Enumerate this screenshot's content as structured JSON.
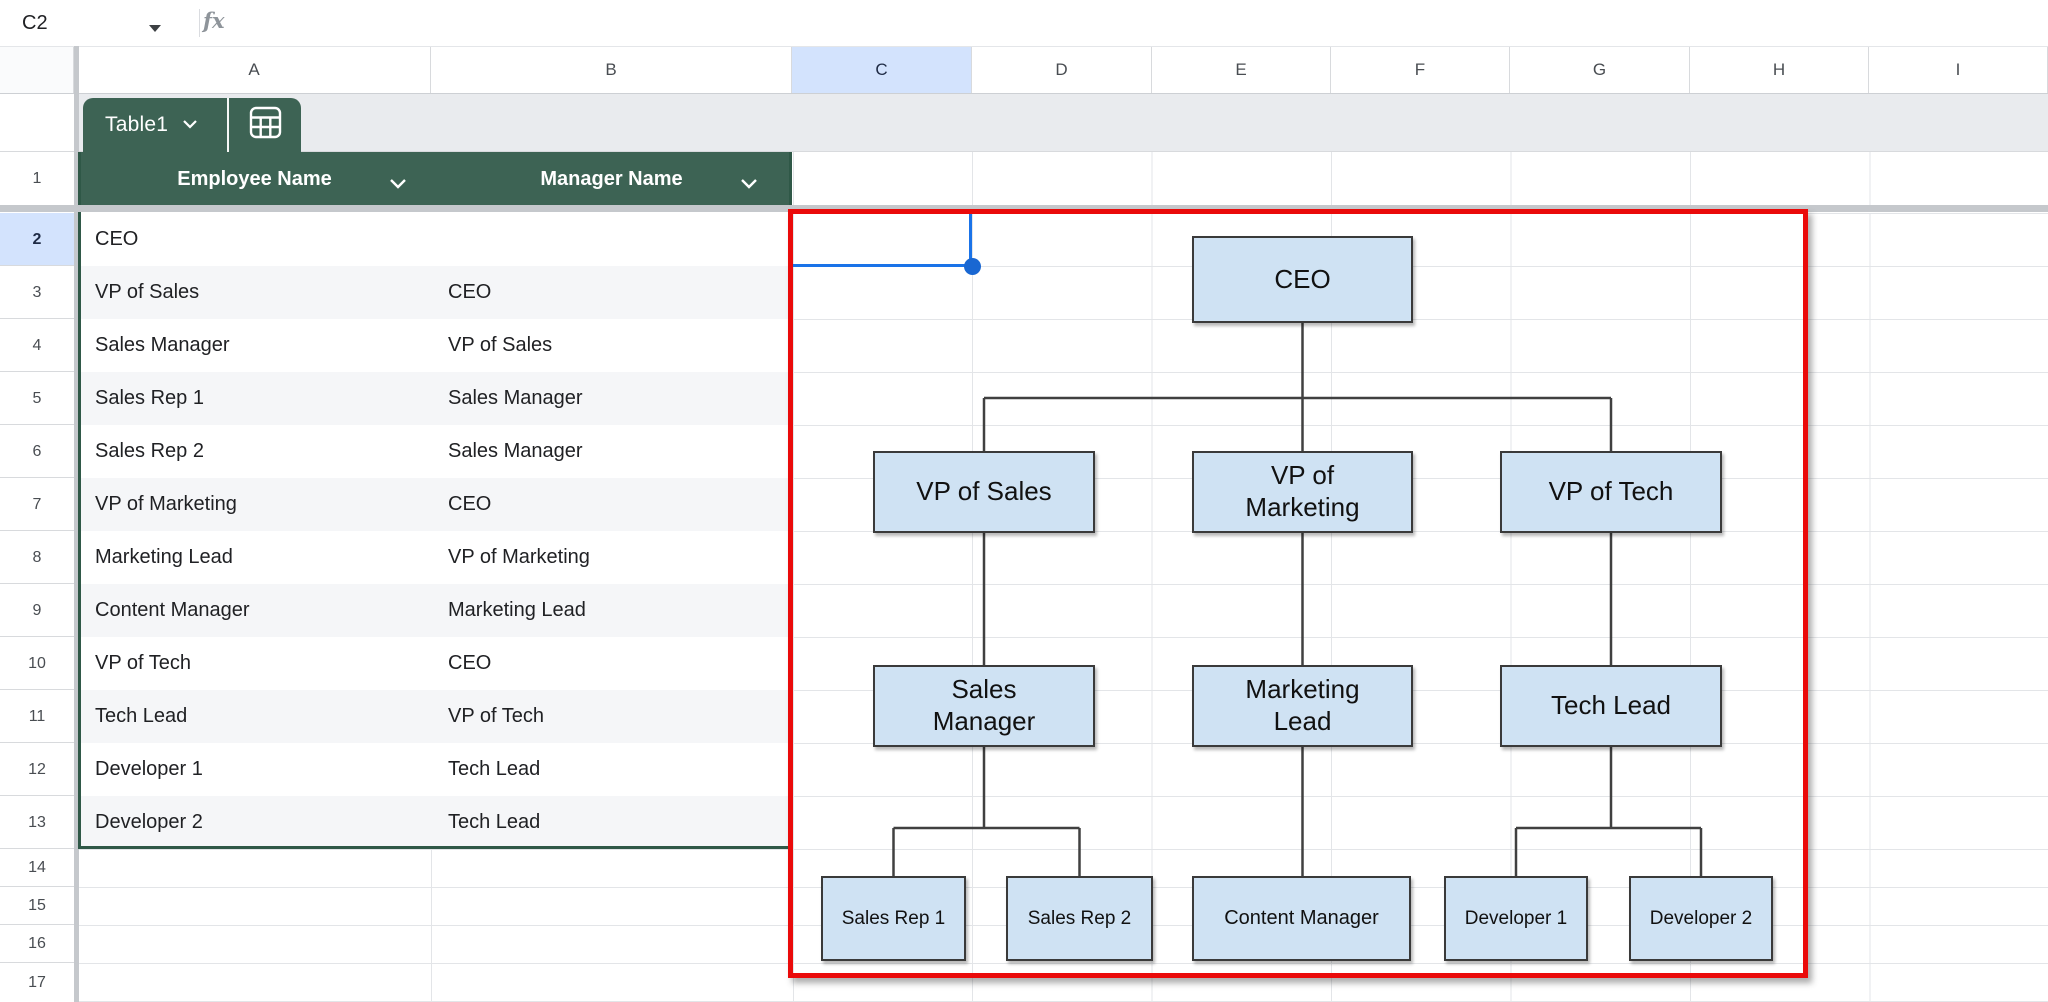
{
  "name_box": {
    "value": "C2"
  },
  "formula_bar": {
    "fx_label": "fx"
  },
  "grid": {
    "column_letters": [
      "A",
      "B",
      "C",
      "D",
      "E",
      "F",
      "G",
      "H",
      "I"
    ],
    "row_numbers": [
      "1",
      "2",
      "3",
      "4",
      "5",
      "6",
      "7",
      "8",
      "9",
      "10",
      "11",
      "12",
      "13",
      "14",
      "15",
      "16",
      "17"
    ],
    "selected_column": "C",
    "selected_row": "2",
    "selected_cell": "C2"
  },
  "table": {
    "chip_label": "Table1",
    "header": {
      "col1": "Employee Name",
      "col2": "Manager Name"
    },
    "rows": [
      {
        "name": "CEO",
        "manager": ""
      },
      {
        "name": "VP of Sales",
        "manager": "CEO"
      },
      {
        "name": "Sales Manager",
        "manager": "VP of Sales"
      },
      {
        "name": "Sales Rep 1",
        "manager": "Sales Manager"
      },
      {
        "name": "Sales Rep 2",
        "manager": "Sales Manager"
      },
      {
        "name": "VP of Marketing",
        "manager": "CEO"
      },
      {
        "name": "Marketing Lead",
        "manager": "VP of Marketing"
      },
      {
        "name": "Content Manager",
        "manager": "Marketing Lead"
      },
      {
        "name": "VP of Tech",
        "manager": "CEO"
      },
      {
        "name": "Tech Lead",
        "manager": "VP of Tech"
      },
      {
        "name": "Developer 1",
        "manager": "Tech Lead"
      },
      {
        "name": "Developer 2",
        "manager": "Tech Lead"
      }
    ]
  },
  "org_chart": {
    "nodes": [
      {
        "label": "CEO"
      },
      {
        "label": "VP of Sales"
      },
      {
        "label": "VP of Marketing"
      },
      {
        "label": "VP of Tech"
      },
      {
        "label": "Sales Manager"
      },
      {
        "label": "Marketing Lead"
      },
      {
        "label": "Tech Lead"
      },
      {
        "label": "Sales Rep 1"
      },
      {
        "label": "Sales Rep 2"
      },
      {
        "label": "Content Manager"
      },
      {
        "label": "Developer 1"
      },
      {
        "label": "Developer 2"
      }
    ]
  },
  "colors": {
    "table_green": "#3d6354",
    "selection_blue": "#1a73e8",
    "drawing_selection_red": "#ea0a0a",
    "org_box_fill": "#cfe2f3",
    "selected_header_bg": "#d3e3fd"
  }
}
